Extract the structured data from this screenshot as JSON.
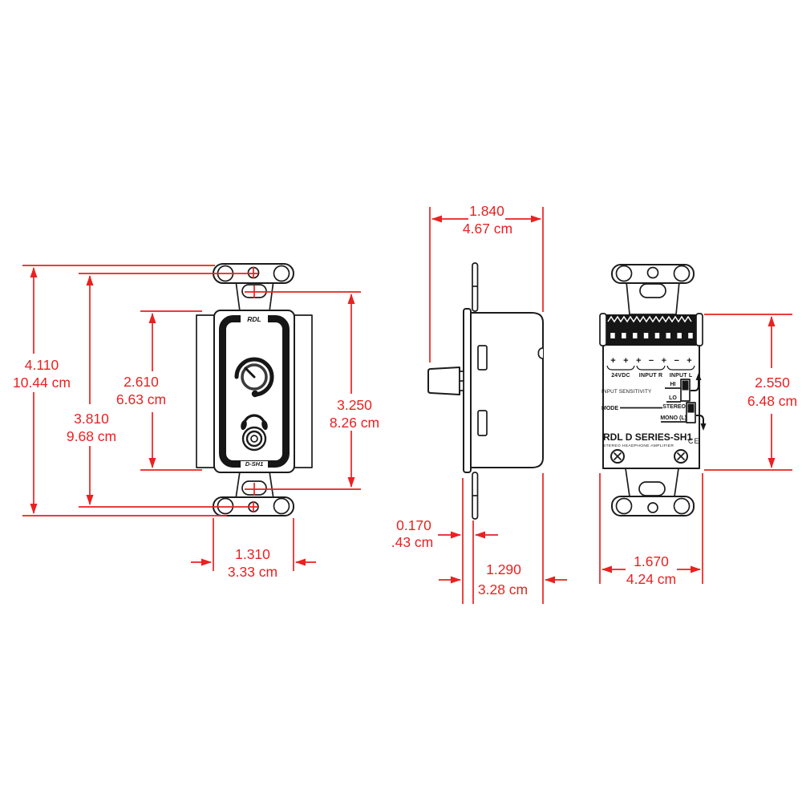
{
  "drawing": {
    "front": {
      "brand": "RDL",
      "model": "D-SH1"
    },
    "back": {
      "terminals": [
        "+",
        "+",
        "+",
        "−",
        "+",
        "−",
        "+"
      ],
      "terminal_groups": [
        "24VDC",
        "INPUT R",
        "INPUT L"
      ],
      "input_sensitivity_label": "INPUT SENSITIVITY",
      "sensitivity_hi": "HI",
      "sensitivity_lo": "LO",
      "mode_label": "MODE",
      "mode_stereo": "STEREO",
      "mode_mono": "MONO (L)",
      "product_name": "RDL D SERIES-SH1",
      "product_subtitle": "STEREO HEADPHONE AMPLIFIER",
      "ce_mark": "CE"
    },
    "dimensions": {
      "overall_height": {
        "in": "4.110",
        "cm": "10.44 cm"
      },
      "mounting_span": {
        "in": "3.810",
        "cm": "9.68 cm"
      },
      "plate_height": {
        "in": "2.610",
        "cm": "6.63 cm"
      },
      "slot_span": {
        "in": "3.250",
        "cm": "8.26 cm"
      },
      "front_width": {
        "in": "1.310",
        "cm": "3.33 cm"
      },
      "overall_depth": {
        "in": "1.840",
        "cm": "4.67 cm"
      },
      "plate_thickness": {
        "in": "0.170",
        "cm": ".43 cm"
      },
      "body_depth": {
        "in": "1.290",
        "cm": "3.28 cm"
      },
      "body_height": {
        "in": "2.550",
        "cm": "6.48 cm"
      },
      "body_width": {
        "in": "1.670",
        "cm": "4.24 cm"
      }
    },
    "colors": {
      "dimension_red": "#ea2121",
      "line_black": "#1c1c1c",
      "background": "#ffffff"
    }
  }
}
